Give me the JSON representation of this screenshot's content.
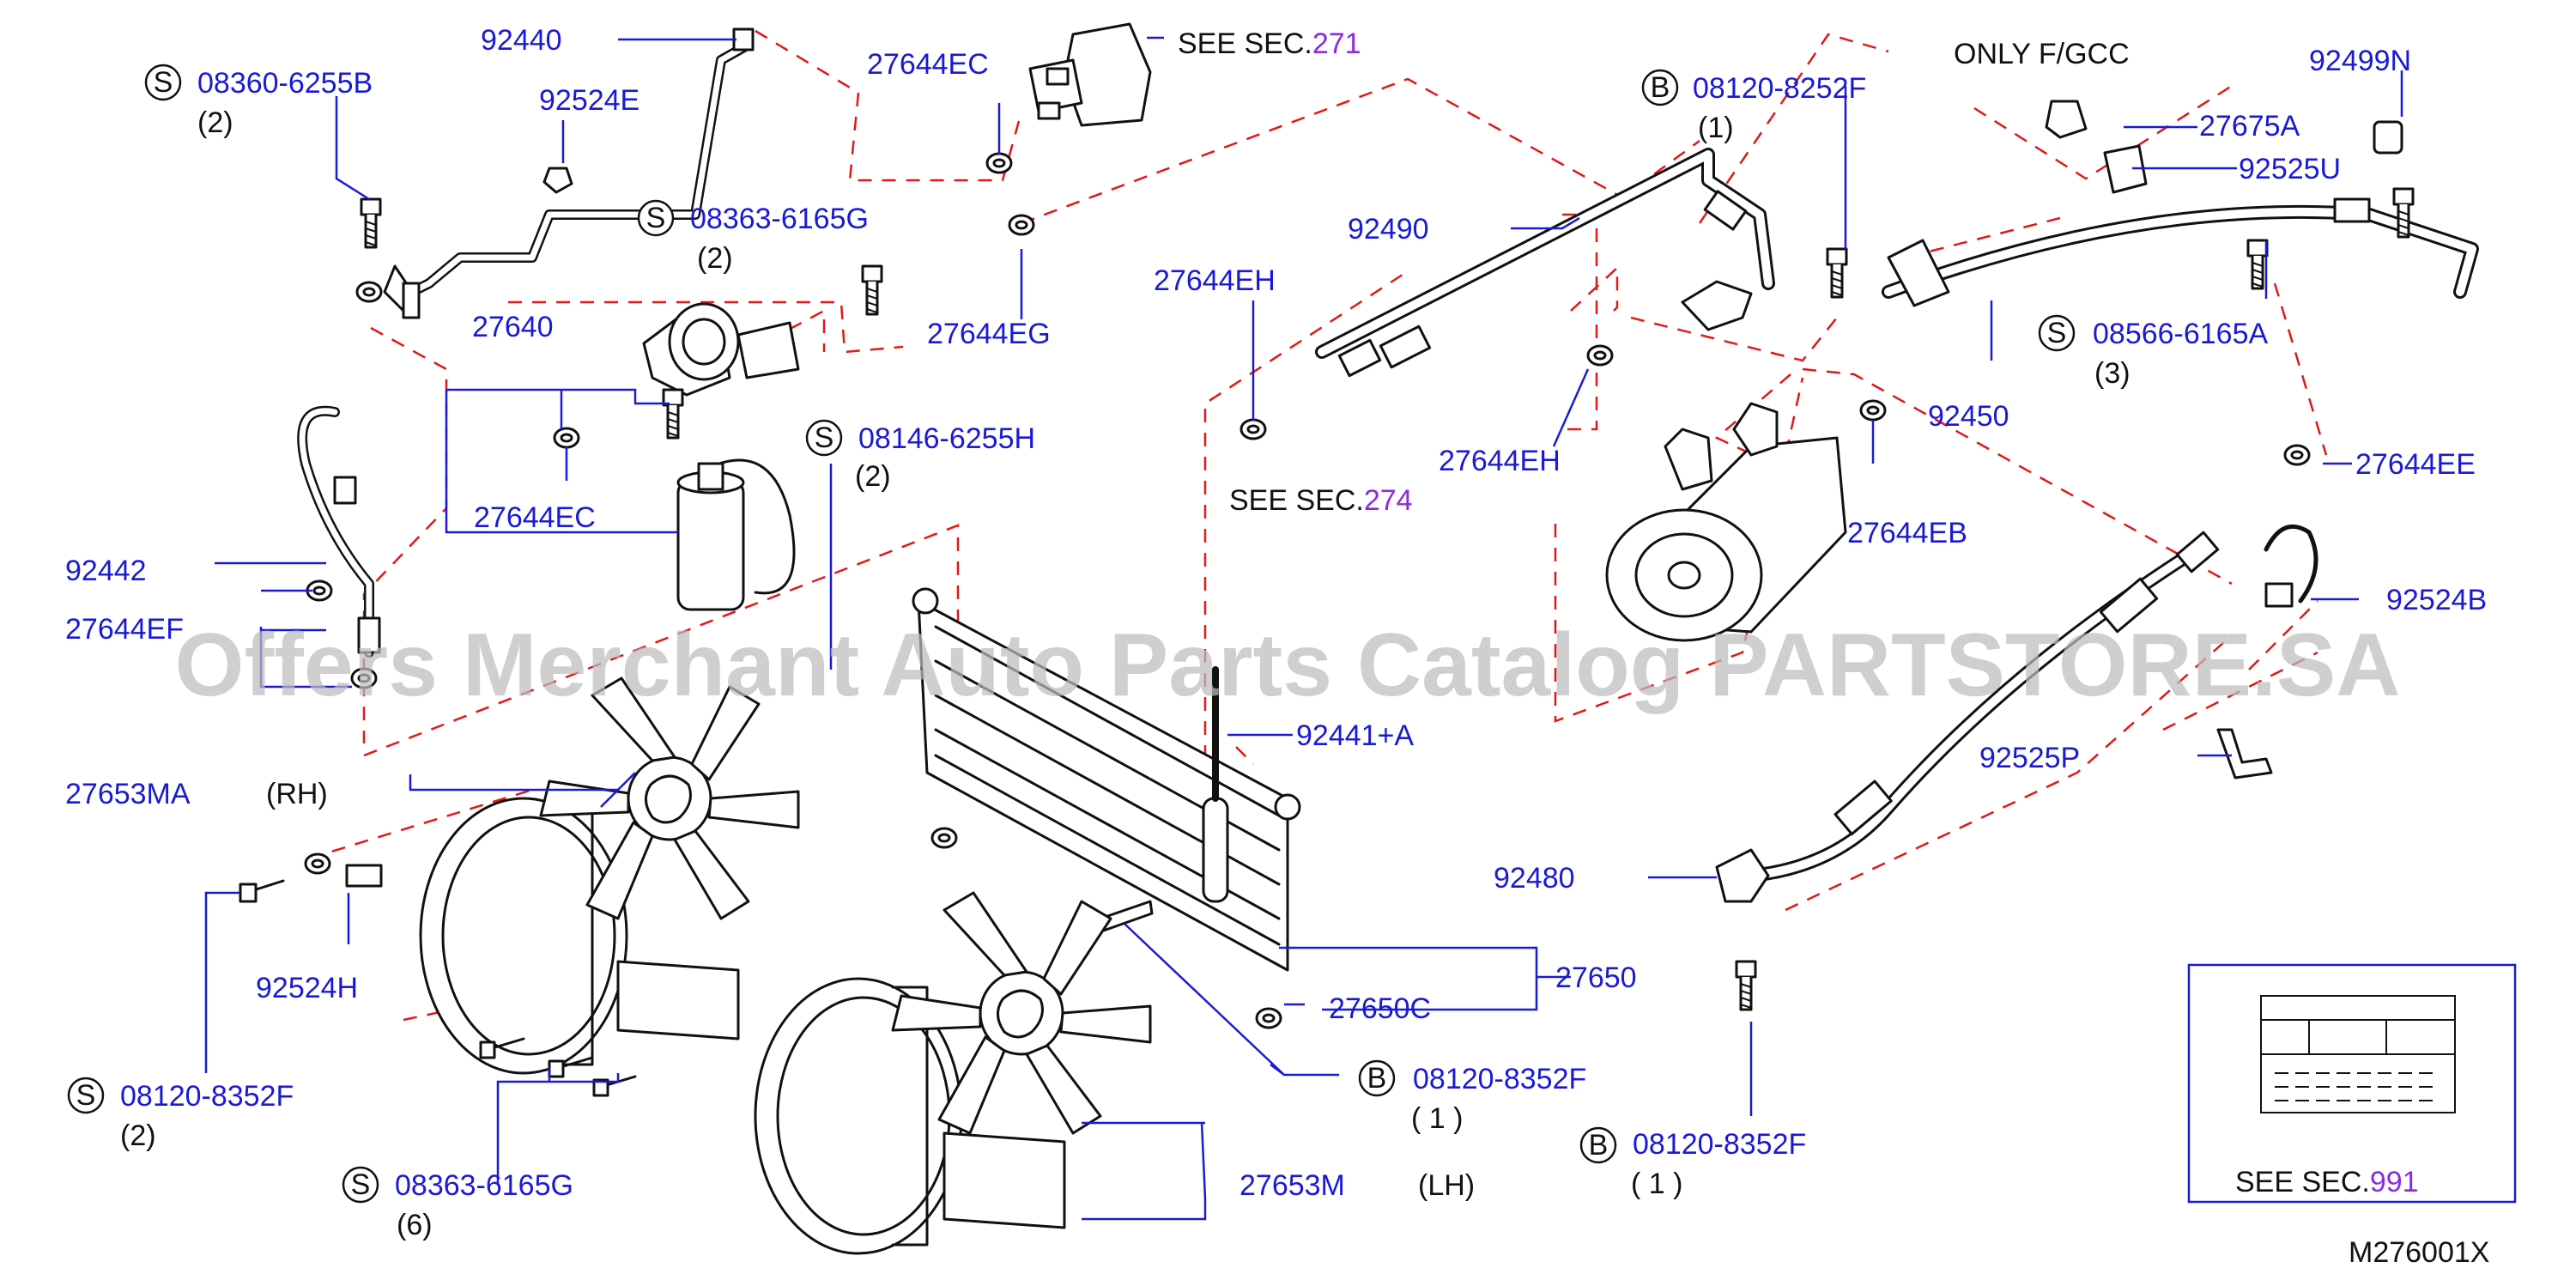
{
  "diagram": {
    "figure_code": "M276001X",
    "watermark": "Offers Merchant Auto Parts Catalog PARTSTORE.SA",
    "colors": {
      "part_number": "#1a1ad4",
      "note": "#111111",
      "section_ref": "#8a2be2",
      "dash": "#e01818"
    },
    "see_prefix": "SEE   SEC.",
    "refs": {
      "sec271": "271",
      "sec274": "274",
      "sec991": "991"
    },
    "only_note": "ONLY   F/GCC",
    "side_rh": "(RH)",
    "side_lh": "(LH)",
    "symbols": {
      "s": "S",
      "b": "B"
    },
    "fasteners": {
      "f1": {
        "part": "08360-6255B",
        "qty": "(2)"
      },
      "f2": {
        "part": "08363-6165G",
        "qty": "(2)"
      },
      "f3": {
        "part": "08146-6255H",
        "qty": "(2)"
      },
      "f4": {
        "part": "08120-8252F",
        "qty": "(1)"
      },
      "f5": {
        "part": "08566-6165A",
        "qty": "(3)"
      },
      "f6": {
        "part": "08120-8352F",
        "qty": "(2)"
      },
      "f7": {
        "part": "08363-6165G",
        "qty": "(6)"
      },
      "f8": {
        "part": "08120-8352F",
        "qty": "(   1   )"
      },
      "f9": {
        "part": "08120-8352F",
        "qty": "(   1   )"
      }
    },
    "parts": {
      "p92440": "92440",
      "p92524E": "92524E",
      "p27644EC_top": "27644EC",
      "p27644EG": "27644EG",
      "p27640": "27640",
      "p27644EC_mid": "27644EC",
      "p92442": "92442",
      "p27644EF": "27644EF",
      "p27653MA": "27653MA",
      "p92524H": "92524H",
      "p27644EH_left": "27644EH",
      "p92490": "92490",
      "p27644EH_mid": "27644EH",
      "p27644EB": "27644EB",
      "p92441A": "92441+A",
      "p27650": "27650",
      "p27650C": "27650C",
      "p27653M": "27653M",
      "p27675A": "27675A",
      "p92499N": "92499N",
      "p92525U": "92525U",
      "p92450": "92450",
      "p27644EE": "27644EE",
      "p92524B": "92524B",
      "p92525P": "92525P",
      "p92480": "92480"
    }
  }
}
